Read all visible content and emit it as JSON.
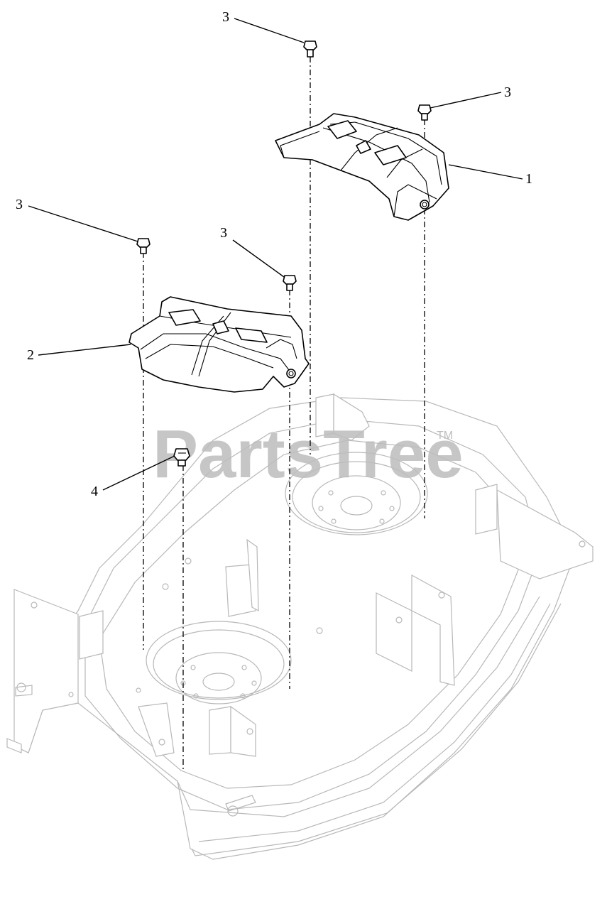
{
  "watermark": {
    "brand": "PartsTree",
    "trademark": "TM"
  },
  "callouts": [
    {
      "label": "3"
    },
    {
      "label": "3"
    },
    {
      "label": "1"
    },
    {
      "label": "3"
    },
    {
      "label": "3"
    },
    {
      "label": "2"
    },
    {
      "label": "4"
    }
  ]
}
